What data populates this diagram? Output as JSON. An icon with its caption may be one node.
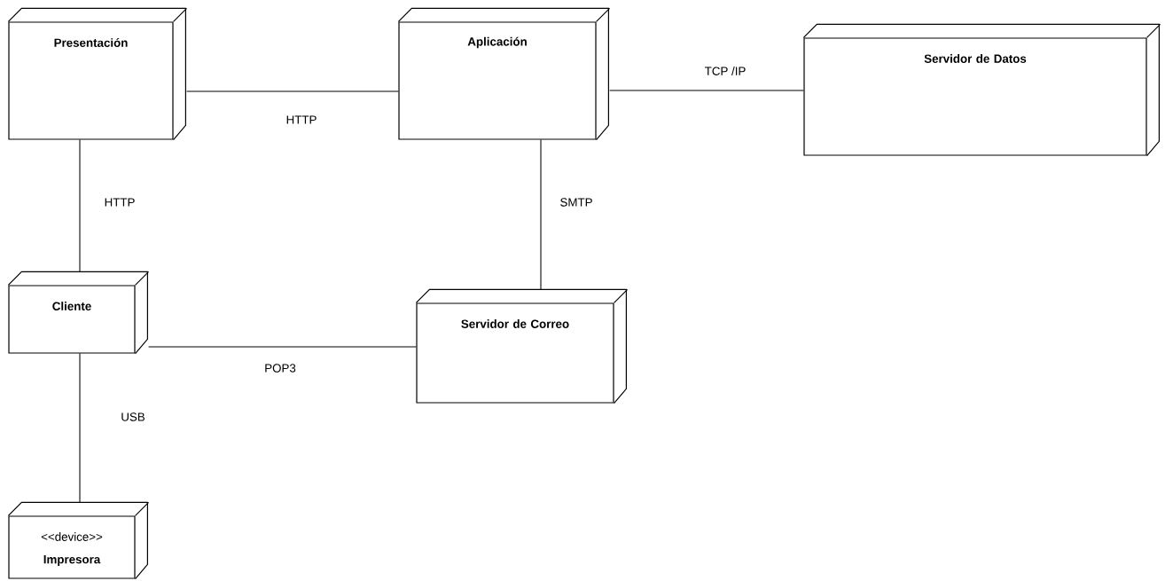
{
  "diagram": {
    "nodes": [
      {
        "text": [
          "Presentación"
        ]
      },
      {
        "text": [
          "Aplicación"
        ]
      },
      {
        "text": [
          "Servidor de Datos"
        ]
      },
      {
        "text": [
          "Cliente"
        ]
      },
      {
        "text": [
          "Servidor de Correo"
        ]
      },
      {
        "text": [
          "<<device>>",
          "Impresora"
        ]
      }
    ],
    "edges": [
      {
        "from": 0,
        "to": 1,
        "arrow": "none",
        "label": "HTTP"
      },
      {
        "from": 1,
        "to": 2,
        "arrow": "none",
        "label": "TCP /IP"
      },
      {
        "from": 0,
        "to": 3,
        "arrow": "none",
        "label": "HTTP"
      },
      {
        "from": 1,
        "to": 4,
        "arrow": "none",
        "label": "SMTP"
      },
      {
        "from": 3,
        "to": 4,
        "arrow": "none",
        "label": "POP3"
      },
      {
        "from": 3,
        "to": 5,
        "arrow": "none",
        "label": "USB"
      }
    ]
  }
}
